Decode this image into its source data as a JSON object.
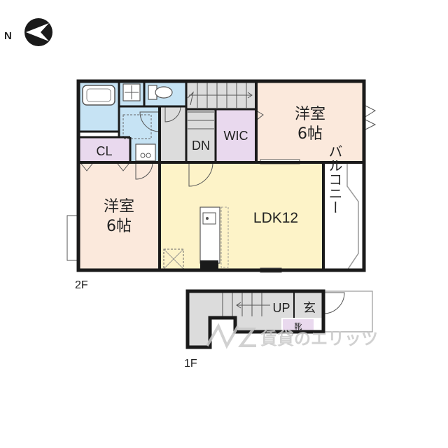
{
  "compass": {
    "label": "N",
    "icon": "north-arrow-icon"
  },
  "floor2": {
    "label": "2F",
    "rooms": {
      "bedroom_east": {
        "name": "洋室",
        "size": "6帖"
      },
      "bedroom_west": {
        "name": "洋室",
        "size": "6帖"
      },
      "ldk": {
        "name": "LDK12"
      },
      "wic": {
        "name": "WIC"
      },
      "closet": {
        "name": "CL"
      },
      "stairs": {
        "name": "DN"
      },
      "balcony": {
        "name": "バルコニー"
      }
    }
  },
  "floor1": {
    "label": "1F",
    "stairs": {
      "name": "UP"
    },
    "entrance": {
      "name": "玄"
    },
    "shoe_box": {
      "name": "靴"
    }
  },
  "watermark": {
    "text": "賃貸のエリッツ"
  },
  "colors": {
    "wall": "#1a1a1a",
    "western_room": "#fbe9dc",
    "ldk": "#fdf3c8",
    "wet_area": "#c6e3f4",
    "closet": "#e9d9ee",
    "stairs": "#dcdcdc",
    "balcony": "#ffffff"
  }
}
